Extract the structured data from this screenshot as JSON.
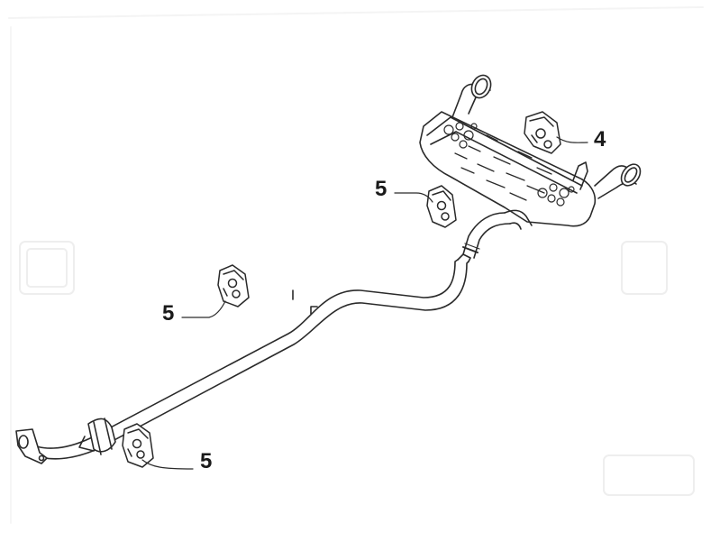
{
  "diagram": {
    "parts": [
      {
        "id": "mount-top-right",
        "callout": "4"
      },
      {
        "id": "mount-near-muffler",
        "callout": "5"
      },
      {
        "id": "mount-middle-left",
        "callout": "5"
      },
      {
        "id": "mount-lower-left",
        "callout": "5"
      }
    ],
    "colors": {
      "line": "#2a2a2a",
      "fill": "#ffffff",
      "shade": "#e6e6e6",
      "faint": "#eeeeee"
    }
  }
}
